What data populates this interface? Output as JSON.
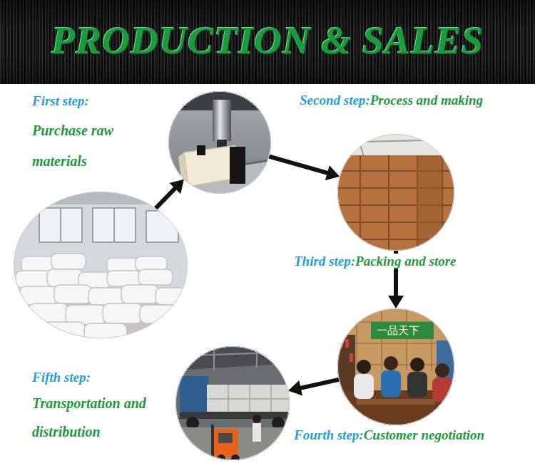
{
  "diagram": {
    "title": "PRODUCTION & SALES",
    "nodes": [
      {
        "text": [
          "First step:",
          "Purchase raw materials"
        ]
      },
      {
        "text": [
          "Second step:",
          "Process and making"
        ]
      },
      {
        "text": [
          "Third step:",
          "Packing and store"
        ]
      },
      {
        "text": [
          "Fourth step:",
          "Customer negotiation"
        ]
      },
      {
        "text": [
          "Fifth step:",
          "Transportation and distribution"
        ]
      }
    ],
    "edges": [
      {
        "from": 0,
        "to": 1,
        "arrow": "to"
      },
      {
        "from": 1,
        "to": 2,
        "arrow": "to"
      },
      {
        "from": 2,
        "to": 3,
        "arrow": "to"
      },
      {
        "from": 3,
        "to": 4,
        "arrow": "to"
      }
    ],
    "labels": [
      "一品天下"
    ]
  }
}
